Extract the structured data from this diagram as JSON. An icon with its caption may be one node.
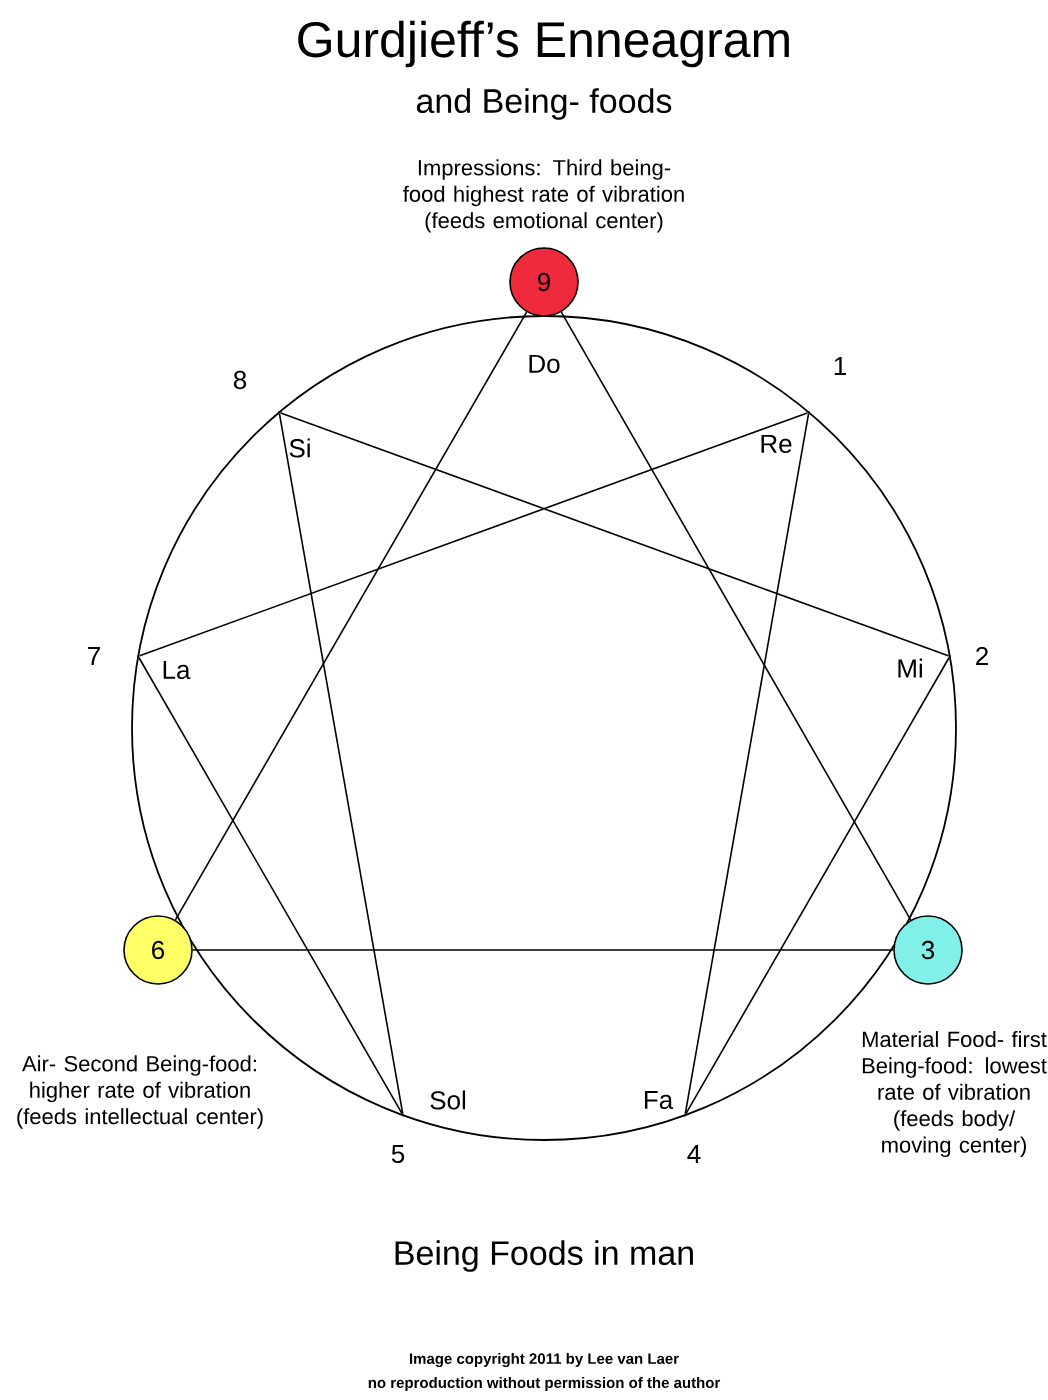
{
  "diagram": {
    "title": "Gurdjieff’s Enneagram",
    "nodes": [
      {
        "text": [
          "9"
        ],
        "beside": [
          "Impressions: Third being-food highest rate of vibration (feeds emotional center)",
          "Do"
        ]
      },
      {
        "text": [],
        "shape": "point",
        "beside": [
          "1",
          "Re"
        ]
      },
      {
        "text": [],
        "shape": "point",
        "beside": [
          "2",
          "Mi"
        ]
      },
      {
        "text": [
          "3"
        ],
        "beside": [
          "Material Food- first Being-food: lowest rate of vibration (feeds body/ moving center)"
        ]
      },
      {
        "text": [],
        "shape": "point",
        "beside": [
          "4",
          "Fa"
        ]
      },
      {
        "text": [],
        "shape": "point",
        "beside": [
          "5",
          "Sol"
        ]
      },
      {
        "text": [
          "6"
        ],
        "beside": [
          "Air- Second Being-food: higher rate of vibration (feeds intellectual center)"
        ]
      },
      {
        "text": [],
        "shape": "point",
        "beside": [
          "7",
          "La"
        ]
      },
      {
        "text": [],
        "shape": "point",
        "beside": [
          "8",
          "Si"
        ]
      }
    ],
    "edges": [
      {
        "from": 0,
        "to": 3,
        "arrow": "none"
      },
      {
        "from": 3,
        "to": 6,
        "arrow": "none"
      },
      {
        "from": 6,
        "to": 0,
        "arrow": "none"
      },
      {
        "from": 1,
        "to": 4,
        "arrow": "none"
      },
      {
        "from": 4,
        "to": 2,
        "arrow": "none"
      },
      {
        "from": 2,
        "to": 8,
        "arrow": "none"
      },
      {
        "from": 8,
        "to": 5,
        "arrow": "none"
      },
      {
        "from": 5,
        "to": 7,
        "arrow": "none"
      },
      {
        "from": 7,
        "to": 1,
        "arrow": "none"
      }
    ],
    "labels": [
      "and Being- foods",
      "Image copyright 2011 by Lee van Laer",
      "no reproduction without permission of the author"
    ],
    "caption": "Being Foods in man"
  }
}
